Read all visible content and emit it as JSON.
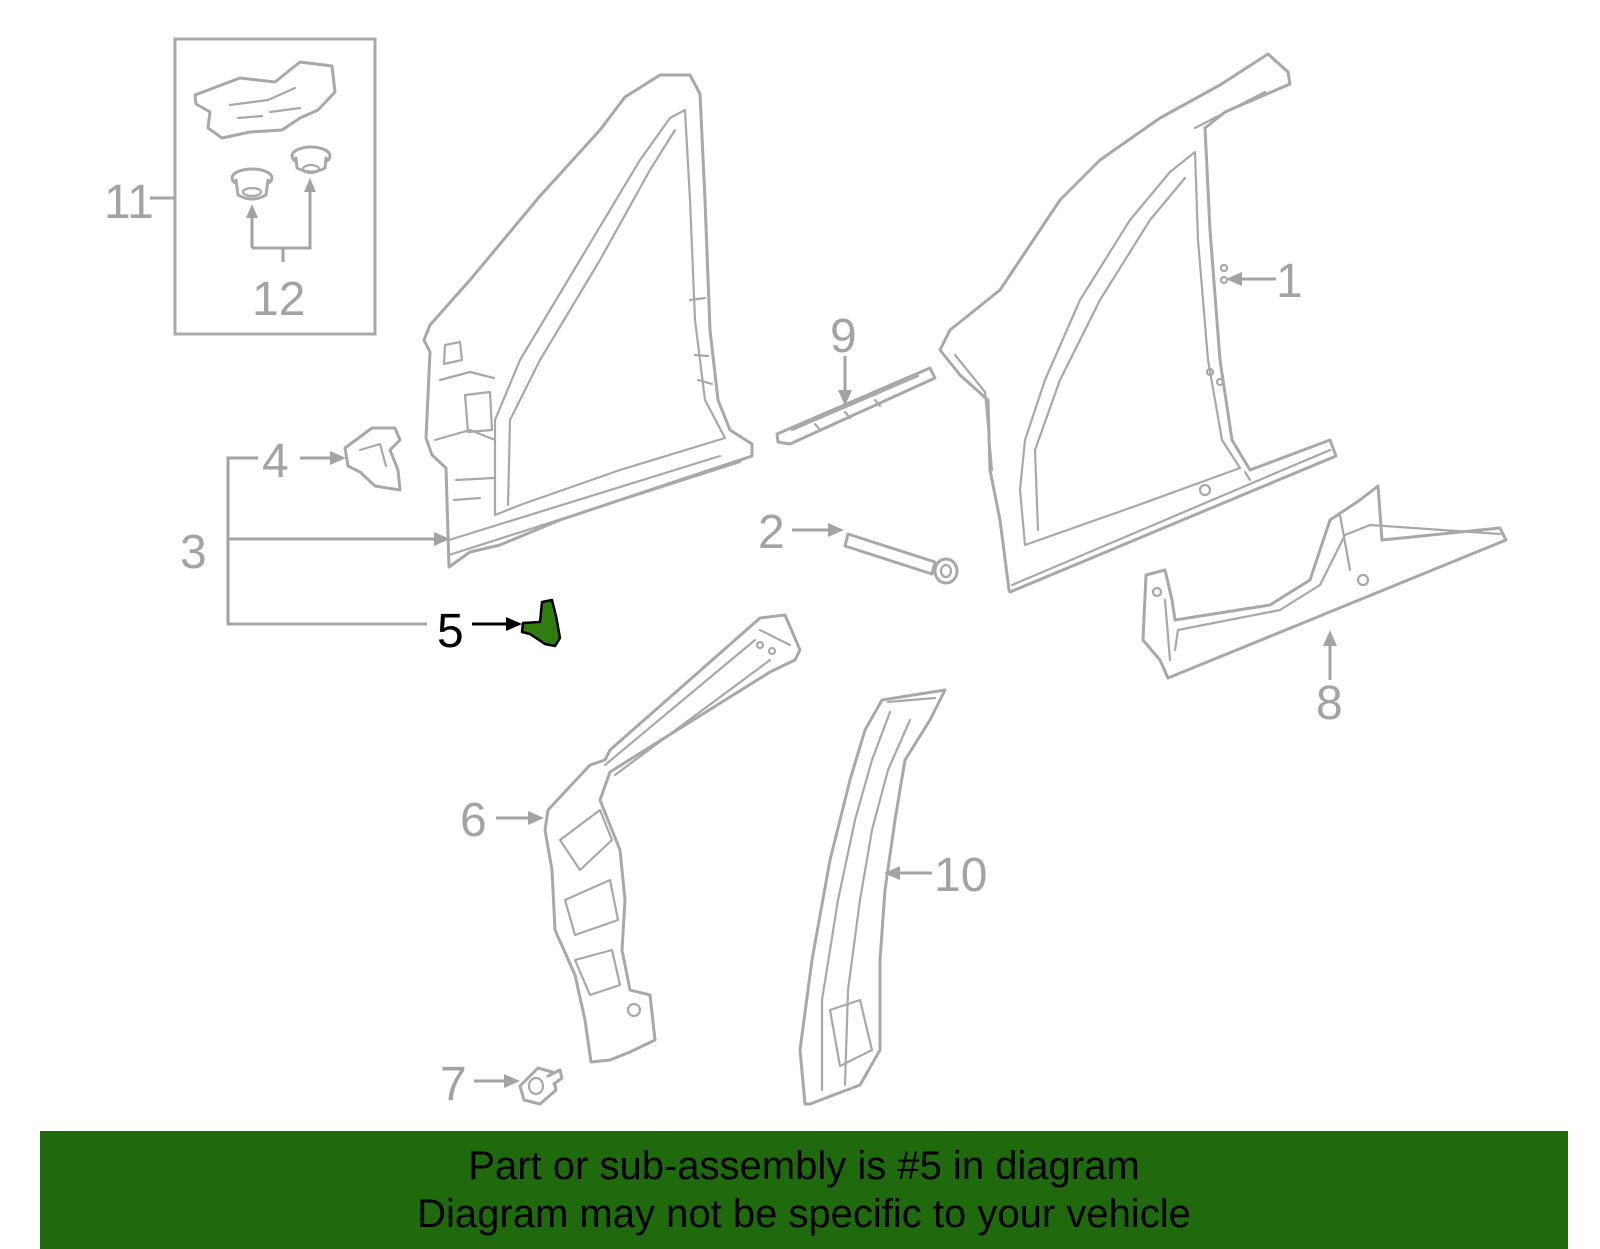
{
  "callouts": {
    "c1": "1",
    "c2": "2",
    "c3": "3",
    "c4": "4",
    "c5": "5",
    "c6": "6",
    "c7": "7",
    "c8": "8",
    "c9": "9",
    "c10": "10",
    "c11": "11",
    "c12": "12"
  },
  "highlighted_part": "5",
  "colors": {
    "highlight_fill": "#2f7d10",
    "banner_background": "#1e6a0c",
    "line_gray": "#a8a8a8",
    "highlight_label": "#000000"
  },
  "banner": {
    "line1": "Part or sub-assembly is #5 in diagram",
    "line2": "Diagram may not be specific to your vehicle"
  }
}
